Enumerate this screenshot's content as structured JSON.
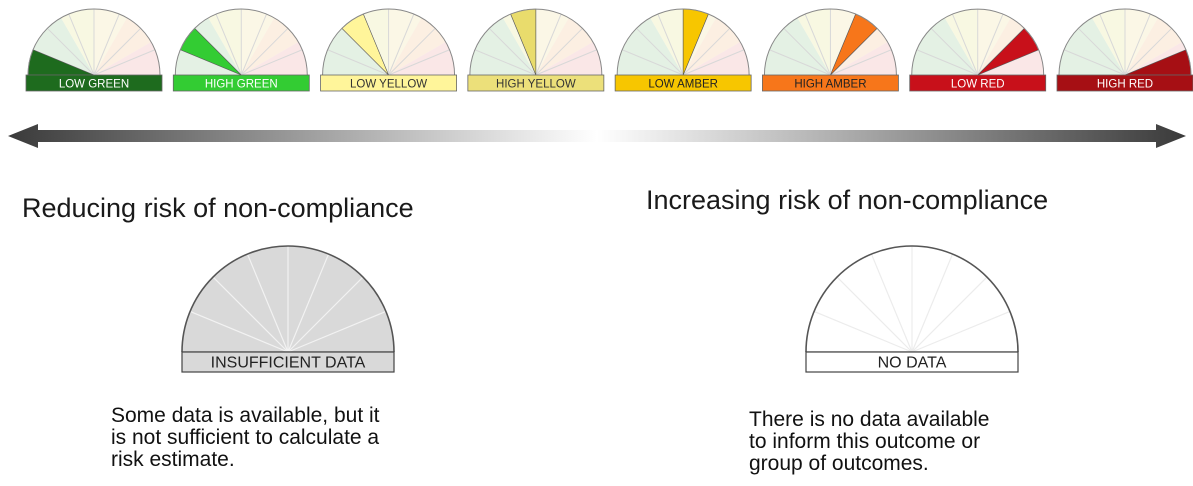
{
  "risk_levels": [
    {
      "label": "LOW GREEN",
      "bar_color": "#1e6b1e",
      "text_color": "#ffffff",
      "wedge_color": "#1e6b1e",
      "needle": 0.5
    },
    {
      "label": "HIGH GREEN",
      "bar_color": "#33cc33",
      "text_color": "#ffffff",
      "wedge_color": "#33cc33",
      "needle": 1.5
    },
    {
      "label": "LOW YELLOW",
      "bar_color": "#fff59a",
      "text_color": "#333333",
      "wedge_color": "#fff59a",
      "needle": 2.5
    },
    {
      "label": "HIGH YELLOW",
      "bar_color": "#ece07a",
      "text_color": "#333333",
      "wedge_color": "#e9dc6c",
      "needle": 3.5
    },
    {
      "label": "LOW AMBER",
      "bar_color": "#f7c600",
      "text_color": "#222222",
      "wedge_color": "#f7c600",
      "needle": 4.5
    },
    {
      "label": "HIGH AMBER",
      "bar_color": "#f7761a",
      "text_color": "#222222",
      "wedge_color": "#f7761a",
      "needle": 5.5
    },
    {
      "label": "LOW RED",
      "bar_color": "#c8101a",
      "text_color": "#ffffff",
      "wedge_color": "#c8101a",
      "needle": 6.5
    },
    {
      "label": "HIGH RED",
      "bar_color": "#a60f14",
      "text_color": "#ffffff",
      "wedge_color": "#a60f14",
      "needle": 7.5
    }
  ],
  "scale_arrow": {
    "left_color": "#3a3a3a",
    "center_color": "#ffffff",
    "right_color": "#3a3a3a"
  },
  "left_heading": "Reducing risk of non-compliance",
  "right_heading": "Increasing risk of non-compliance",
  "insufficient": {
    "label": "INSUFFICIENT DATA",
    "fill_color": "#d9d9d9",
    "description": "Some data is available, but it\nis not sufficient to calculate a\nrisk estimate."
  },
  "no_data": {
    "label": "NO DATA",
    "fill_color": "#ffffff",
    "description": "There is no data available\nto inform this outcome or\ngroup of outcomes."
  }
}
